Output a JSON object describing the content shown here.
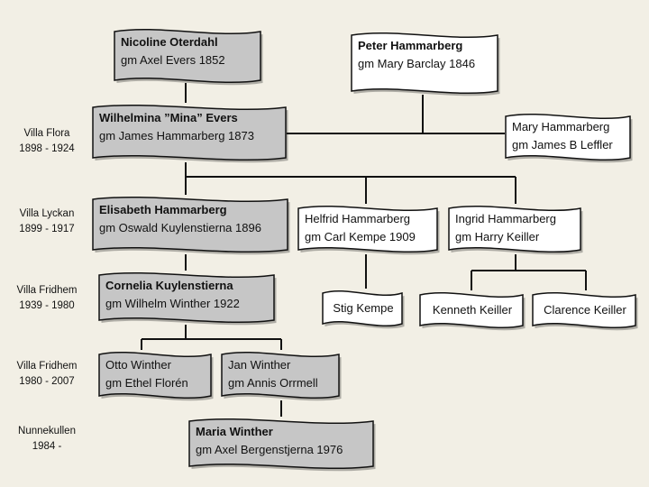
{
  "side_labels": [
    {
      "place": "Villa Flora",
      "years": "1898 - 1924"
    },
    {
      "place": "Villa Lyckan",
      "years": "1899 - 1917"
    },
    {
      "place": "Villa Fridhem",
      "years": "1939 - 1980"
    },
    {
      "place": "Villa Fridhem",
      "years": "1980 - 2007"
    },
    {
      "place": "Nunnekullen",
      "years": "1984 -"
    }
  ],
  "people": {
    "nicoline": {
      "name": "Nicoline Oterdahl",
      "spouse": "gm Axel Evers 1852"
    },
    "peter": {
      "name": "Peter Hammarberg",
      "spouse": "gm Mary Barclay 1846"
    },
    "wilhelmina": {
      "name": "Wilhelmina ”Mina” Evers",
      "spouse": "gm James Hammarberg 1873"
    },
    "mary": {
      "name": "Mary Hammarberg",
      "spouse": "gm James B Leffler"
    },
    "elisabeth": {
      "name": "Elisabeth Hammarberg",
      "spouse": "gm Oswald Kuylenstierna 1896"
    },
    "helfrid": {
      "name": "Helfrid Hammarberg",
      "spouse": "gm Carl Kempe 1909"
    },
    "ingrid": {
      "name": "Ingrid Hammarberg",
      "spouse": "gm Harry Keiller"
    },
    "cornelia": {
      "name": "Cornelia Kuylenstierna",
      "spouse": "gm Wilhelm Winther 1922"
    },
    "stig": {
      "name": "Stig Kempe"
    },
    "kenneth": {
      "name": "Kenneth Keiller"
    },
    "clarence": {
      "name": "Clarence Keiller"
    },
    "otto": {
      "name": "Otto Winther",
      "spouse": "gm Ethel Florén"
    },
    "jan": {
      "name": "Jan Winther",
      "spouse": "gm Annis Orrmell"
    },
    "maria": {
      "name": "Maria Winther",
      "spouse": "gm Axel Bergenstjerna 1976"
    }
  },
  "colors": {
    "background": "#f2efe5",
    "box_gray": "#c6c6c6",
    "box_white": "#ffffff",
    "line": "#111111"
  }
}
